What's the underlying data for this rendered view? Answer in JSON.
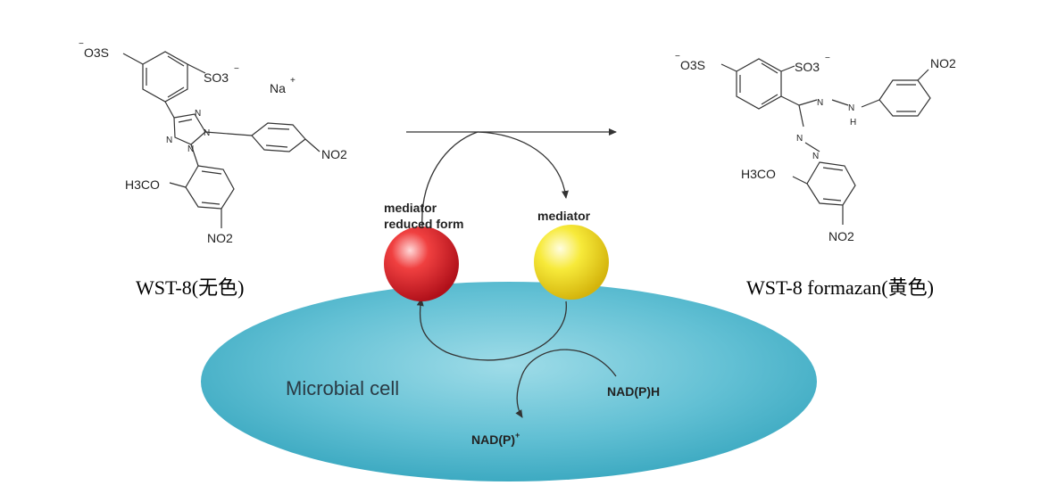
{
  "diagram": {
    "left_compound": {
      "caption": "WST-8(无色)",
      "labels": {
        "o3s": "O3S",
        "so3": "SO3",
        "na": "Na",
        "no2_ring": "NO2",
        "h3co": "H3CO",
        "no2_bottom": "NO2",
        "n": "N"
      }
    },
    "right_compound": {
      "caption": "WST-8 formazan(黄色)",
      "labels": {
        "o3s": "O3S",
        "so3": "SO3",
        "no2_top": "NO2",
        "h3co": "H3CO",
        "no2_bottom": "NO2",
        "n": "N",
        "h": "H"
      }
    },
    "mediator_reduced": {
      "line1": "mediator",
      "line2": "reduced form",
      "color": "#e3202a"
    },
    "mediator": {
      "label": "mediator",
      "color": "#f3e52a"
    },
    "cell": {
      "label": "Microbial cell",
      "color": "#6cc6d8"
    },
    "nadph": "NAD(P)H",
    "nadp": "NAD(P)"
  }
}
